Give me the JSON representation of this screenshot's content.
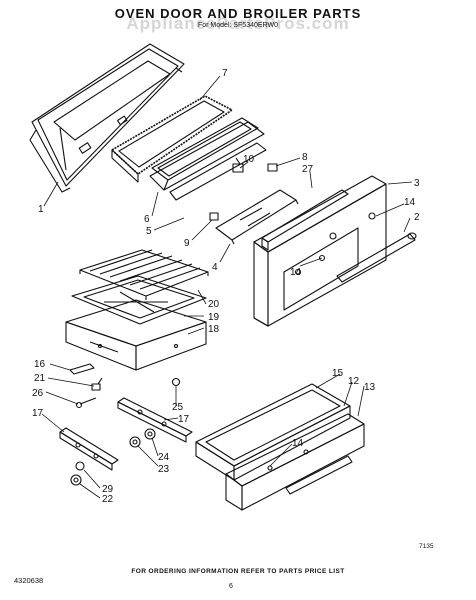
{
  "title": "OVEN DOOR AND BROILER PARTS",
  "subtitle": "For Model: SF5340ERW0",
  "watermark": "AppliancePartsPros.com",
  "footer": {
    "note": "FOR ORDERING INFORMATION REFER TO PARTS PRICE LIST",
    "doc_number": "4320638",
    "page_number": "6"
  },
  "figure_code": "7135",
  "callouts": [
    "1",
    "7",
    "10",
    "8",
    "27",
    "3",
    "14",
    "2",
    "6",
    "5",
    "9",
    "4",
    "14",
    "20",
    "19",
    "18",
    "16",
    "21",
    "26",
    "25",
    "17",
    "17",
    "15",
    "12",
    "13",
    "14",
    "24",
    "23",
    "29",
    "22"
  ],
  "colors": {
    "line": "#111111",
    "paper": "#ffffff",
    "watermark": "#c8c8c8"
  }
}
